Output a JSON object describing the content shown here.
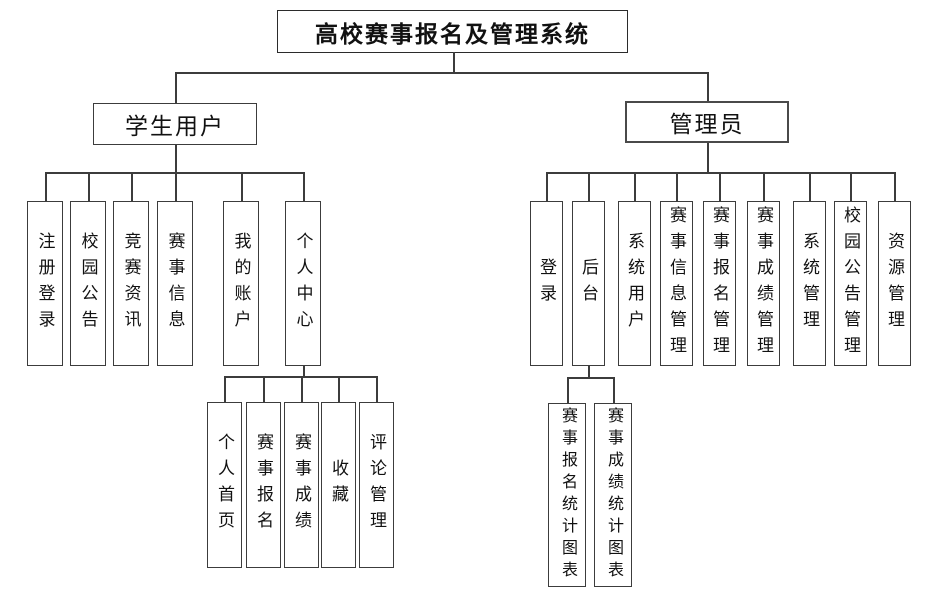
{
  "colors": {
    "background": "#ffffff",
    "border": "#3c3c3c",
    "text": "#111111"
  },
  "tree": {
    "root": "高校赛事报名及管理系统",
    "student": {
      "label": "学生用户",
      "children": [
        "注册登录",
        "校园公告",
        "竞赛资讯",
        "赛事信息",
        "我的账户",
        "个人中心"
      ],
      "personal_center": {
        "children": [
          "个人首页",
          "赛事报名",
          "赛事成绩",
          "收藏",
          "评论管理"
        ]
      }
    },
    "admin": {
      "label": "管理员",
      "children": [
        "登录",
        "后台",
        "系统用户",
        "赛事信息管理",
        "赛事报名管理",
        "赛事成绩管理",
        "系统管理",
        "校园公告管理",
        "资源管理"
      ],
      "backend": {
        "children": [
          "赛事报名统计图表",
          "赛事成绩统计图表"
        ]
      }
    }
  }
}
